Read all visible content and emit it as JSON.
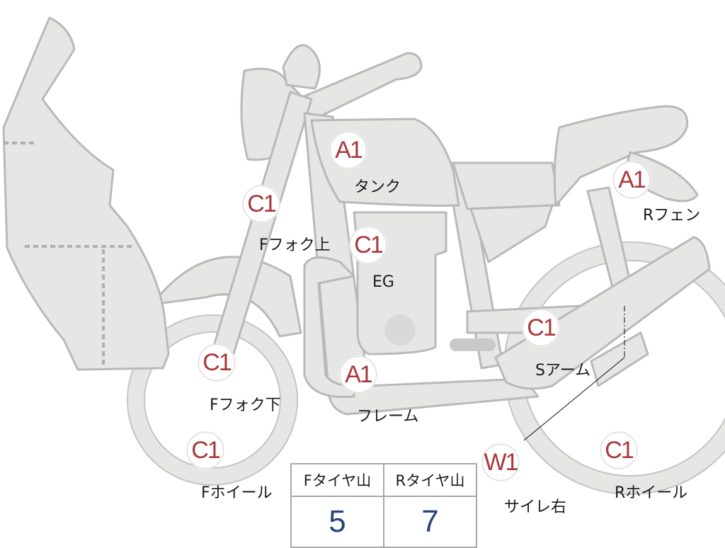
{
  "badges": {
    "tank": "A1",
    "rear_fender": "A1",
    "frame": "A1",
    "fork_upper": "C1",
    "engine": "C1",
    "swing_arm": "C1",
    "fork_lower": "C1",
    "front_wheel": "C1",
    "rear_wheel": "C1",
    "muffler": "W1"
  },
  "labels": {
    "tank": "タンク",
    "rear_fender": "Rフェン",
    "fork_upper": "Fフォク上",
    "engine": "EG",
    "swing_arm": "Sアーム",
    "fork_lower": "Fフォク下",
    "frame": "フレーム",
    "front_wheel": "Fホイール",
    "rear_wheel": "Rホイール",
    "muffler": "サイレ右"
  },
  "tire_table": {
    "front_header": "Fタイヤ山",
    "rear_header": "Rタイヤ山",
    "front_value": "5",
    "rear_value": "7"
  },
  "colors": {
    "part_fill": "#e6e6e4",
    "part_stroke": "#b9b9b9",
    "badge_text": "#a8383c",
    "value_text": "#24457a"
  }
}
